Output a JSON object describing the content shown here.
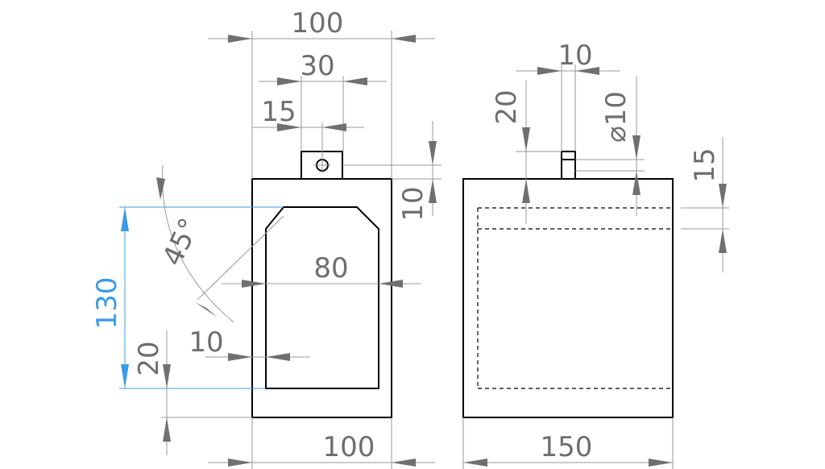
{
  "drawing": {
    "front_view": {
      "dim_top_width": "100",
      "dim_tab_offset": "30",
      "dim_hole_offset": "15",
      "dim_tab_height": "10",
      "dim_chamfer_angle": "45°",
      "dim_pocket_width": "80",
      "dim_wall": "10",
      "dim_pocket_height": "130",
      "dim_bottom_gap": "20",
      "dim_bottom_width": "100"
    },
    "side_view": {
      "dim_pin_width": "10",
      "dim_pin_diameter": "⌀10",
      "dim_pin_offset": "20",
      "dim_pin_height": "15",
      "dim_width": "150"
    }
  },
  "colors": {
    "line": "#000000",
    "dimension": "#6e6e6e",
    "driving_dimension": "#3a9be6"
  }
}
